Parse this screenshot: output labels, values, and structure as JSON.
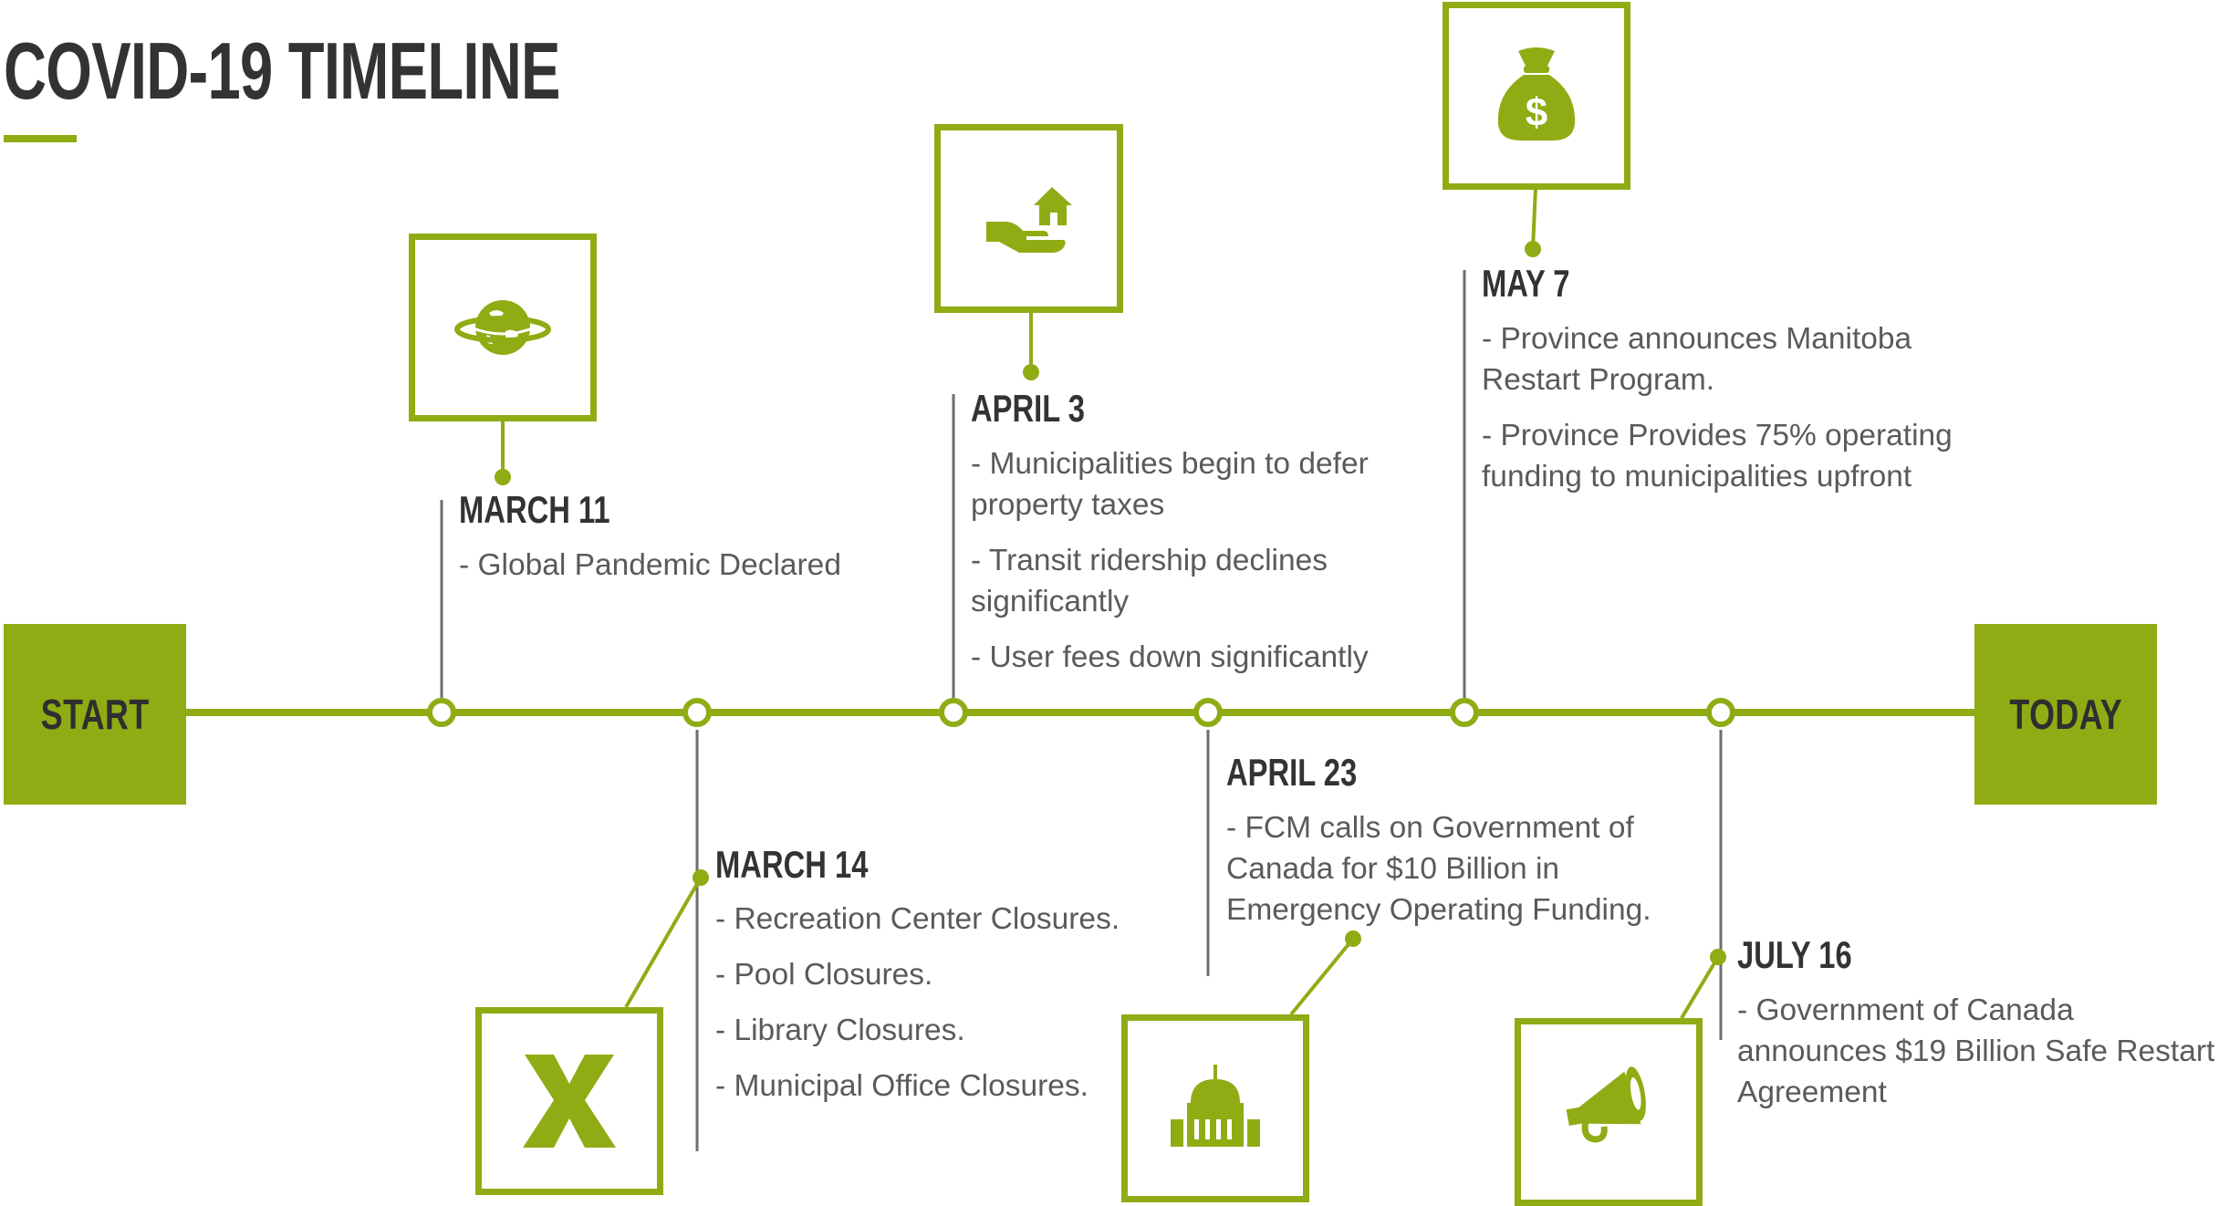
{
  "title": "COVID-19 TIMELINE",
  "start_label": "START",
  "end_label": "TODAY",
  "colors": {
    "accent": "#8fac14",
    "text_dark": "#333333",
    "text_body": "#5a5a5a",
    "stem": "#6e6e6e"
  },
  "events": [
    {
      "date": "MARCH 11",
      "icon": "globe-icon",
      "items": [
        "- Global Pandemic Declared"
      ]
    },
    {
      "date": "MARCH 14",
      "icon": "x-icon",
      "items": [
        "- Recreation Center Closures.",
        "- Pool Closures.",
        "- Library Closures.",
        "- Municipal Office Closures."
      ]
    },
    {
      "date": "APRIL 3",
      "icon": "hand-house-icon",
      "items": [
        "- Municipalities begin to defer property taxes",
        "- Transit ridership declines significantly",
        "- User fees down significantly"
      ]
    },
    {
      "date": "APRIL 23",
      "icon": "government-building-icon",
      "items": [
        "- FCM calls on Government of Canada for $10 Billion in Emergency Operating Funding."
      ]
    },
    {
      "date": "MAY 7",
      "icon": "money-bag-icon",
      "items": [
        "- Province announces Manitoba Restart Program.",
        "- Province Provides 75% operating funding to municipalities upfront"
      ]
    },
    {
      "date": "JULY 16",
      "icon": "megaphone-icon",
      "items": [
        "- Government of Canada announces $19 Billion Safe Restart Agreement"
      ]
    }
  ]
}
